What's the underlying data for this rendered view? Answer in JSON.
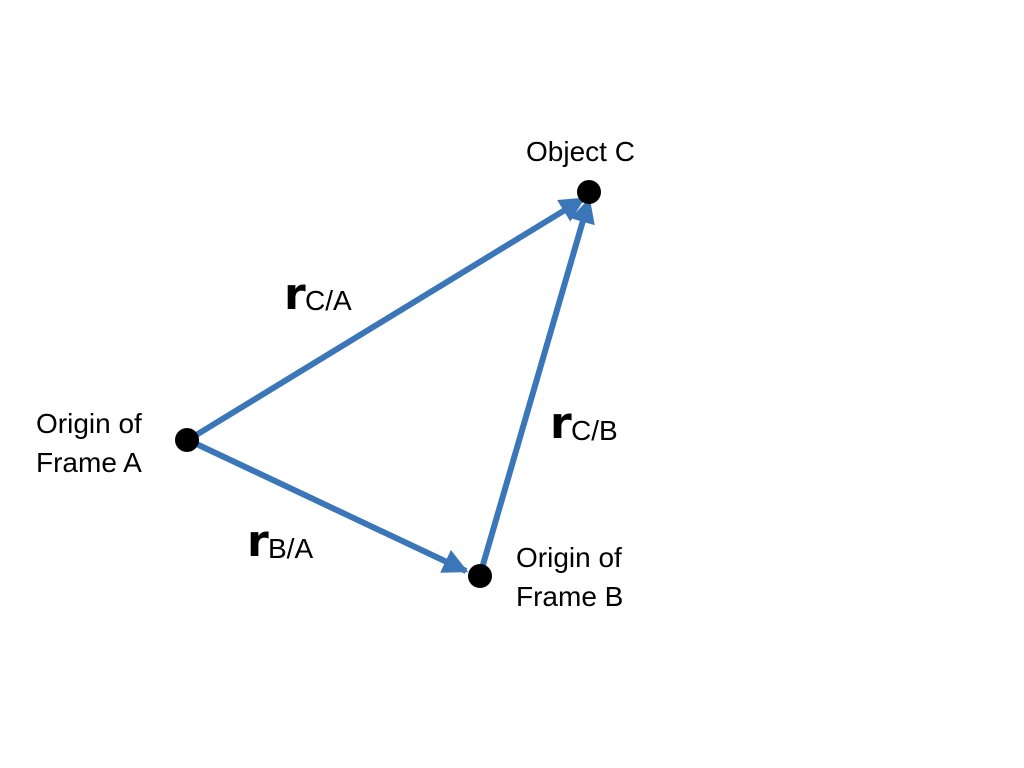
{
  "colors": {
    "arrow": "#3b76b8",
    "point": "#000000",
    "background": "#ffffff"
  },
  "points": {
    "object_c": {
      "label": "Object C"
    },
    "origin_a": {
      "label_line1": "Origin of",
      "label_line2": "Frame A"
    },
    "origin_b": {
      "label_line1": "Origin of",
      "label_line2": "Frame B"
    }
  },
  "vectors": {
    "r_ca": {
      "main": "r",
      "sub": "C/A"
    },
    "r_ba": {
      "main": "r",
      "sub": "B/A"
    },
    "r_cb": {
      "main": "r",
      "sub": "C/B"
    }
  }
}
